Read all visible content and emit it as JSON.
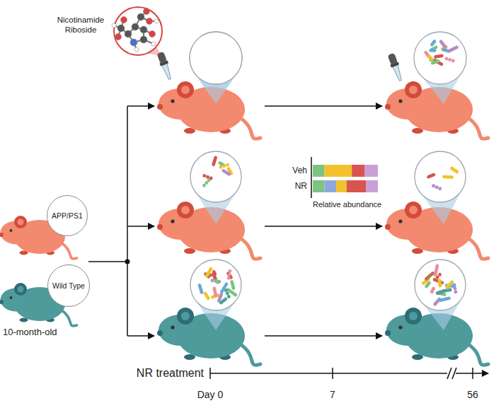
{
  "diagram": {
    "nodes": [
      {
        "text": [
          "APP/PS1"
        ]
      },
      {
        "text": [
          "Wild Type"
        ]
      }
    ],
    "labels": [
      "Nicotinamide Riboside",
      "Veh",
      "NR",
      "Relative abundance",
      "10-month-old",
      "NR treatment",
      "Day 0",
      "7",
      "56"
    ]
  }
}
